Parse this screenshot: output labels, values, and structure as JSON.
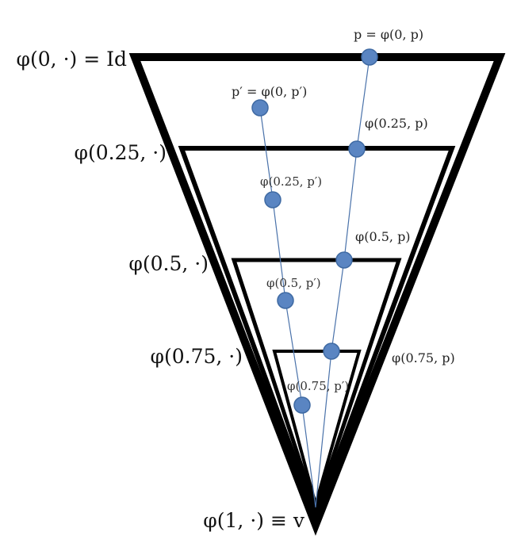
{
  "colors": {
    "stroke": "#000000",
    "trajectory": "#4a72aa",
    "point_fill": "#5a85c2",
    "point_stroke": "#3f6aa3"
  },
  "level_labels": [
    "φ(0, ·) = Id",
    "φ(0.25, ·)",
    "φ(0.5, ·)",
    "φ(0.75, ·)",
    "φ(1, ·) ≡ v"
  ],
  "trajectory_p_labels": [
    "p = φ(0, p)",
    "φ(0.25, p)",
    "φ(0.5, p)",
    "φ(0.75, p)"
  ],
  "trajectory_p_prime_labels": [
    "p′ = φ(0, p′)",
    "φ(0.25, p′)",
    "φ(0.5, p′)",
    "φ(0.75, p′)"
  ]
}
